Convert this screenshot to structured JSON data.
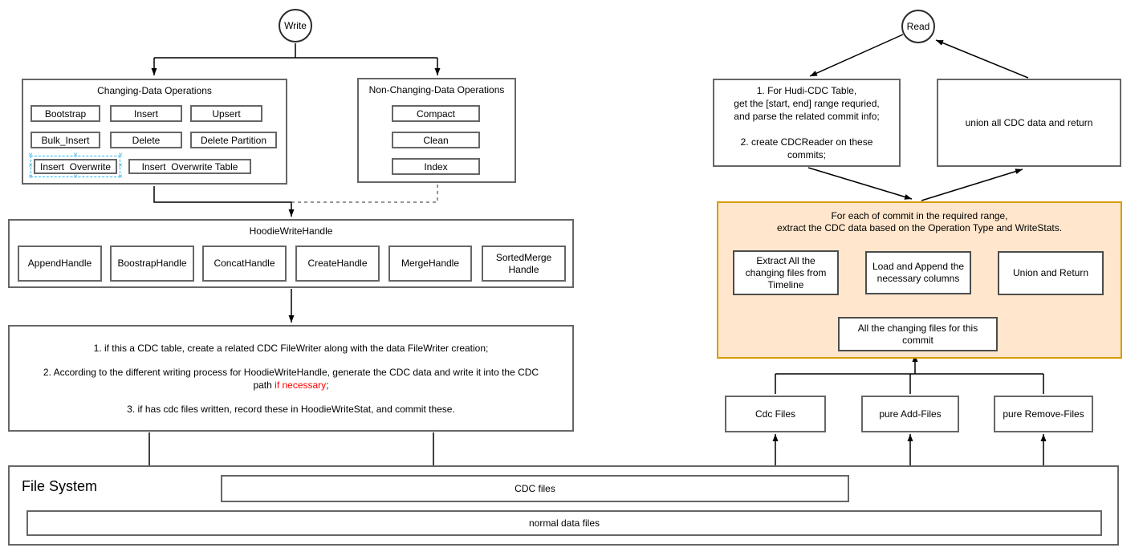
{
  "write_flow": {
    "start_label": "Write",
    "changing_ops": {
      "title": "Changing-Data Operations",
      "ops": [
        "Bootstrap",
        "Insert",
        "Upsert",
        "Bulk_Insert",
        "Delete",
        "Delete Partition",
        "Insert  Overwrite",
        "Insert  Overwrite Table"
      ],
      "selected_op": "Insert  Overwrite"
    },
    "non_changing_ops": {
      "title": "Non-Changing-Data Operations",
      "ops": [
        "Compact",
        "Clean",
        "Index"
      ]
    },
    "hoodie_write_handle": {
      "title": "HoodieWriteHandle",
      "handles": [
        "AppendHandle",
        "BoostrapHandle",
        "ConcatHandle",
        "CreateHandle",
        "MergeHandle",
        "SortedMerge Handle"
      ]
    },
    "cdc_steps": {
      "step1": "1. if this a CDC table, create a related CDC FileWriter along with the data FileWriter creation;",
      "step2_line1": "2. According to the different writing process for HoodieWriteHandle, generate the CDC data and write it into the CDC",
      "step2_line2_prefix": "path ",
      "step2_red": "if necessary",
      "step2_suffix": ";",
      "step3": "3. if has cdc files written, record these in HoodieWriteStat, and commit these."
    }
  },
  "read_flow": {
    "start_label": "Read",
    "plan_box": {
      "lines": [
        "1. For Hudi-CDC Table,",
        "get the [start, end] range requried,",
        "and parse the related commit info;",
        "",
        "2. create CDCReader on these",
        "commits;"
      ]
    },
    "union_box": "union all CDC data and return",
    "per_commit": {
      "title_line1": "For each of commit in the required range,",
      "title_line2": "extract the CDC data based on the Operation Type and WriteStats.",
      "extract": "Extract All the changing files from Timeline",
      "load": "Load and Append the necessary columns",
      "union": "Union and Return",
      "changing_files": "All the changing files for this commit"
    },
    "file_types": [
      "Cdc Files",
      "pure Add-Files",
      "pure Remove-Files"
    ]
  },
  "file_system": {
    "title": "File System",
    "cdc_files": "CDC files",
    "normal_files": "normal data files"
  },
  "colors": {
    "orange_fill": "#FFE6CC",
    "orange_stroke": "#D79B00",
    "highlight_red": "#FF0000",
    "selection_blue": "#29B6F2",
    "box_stroke": "#666666"
  }
}
